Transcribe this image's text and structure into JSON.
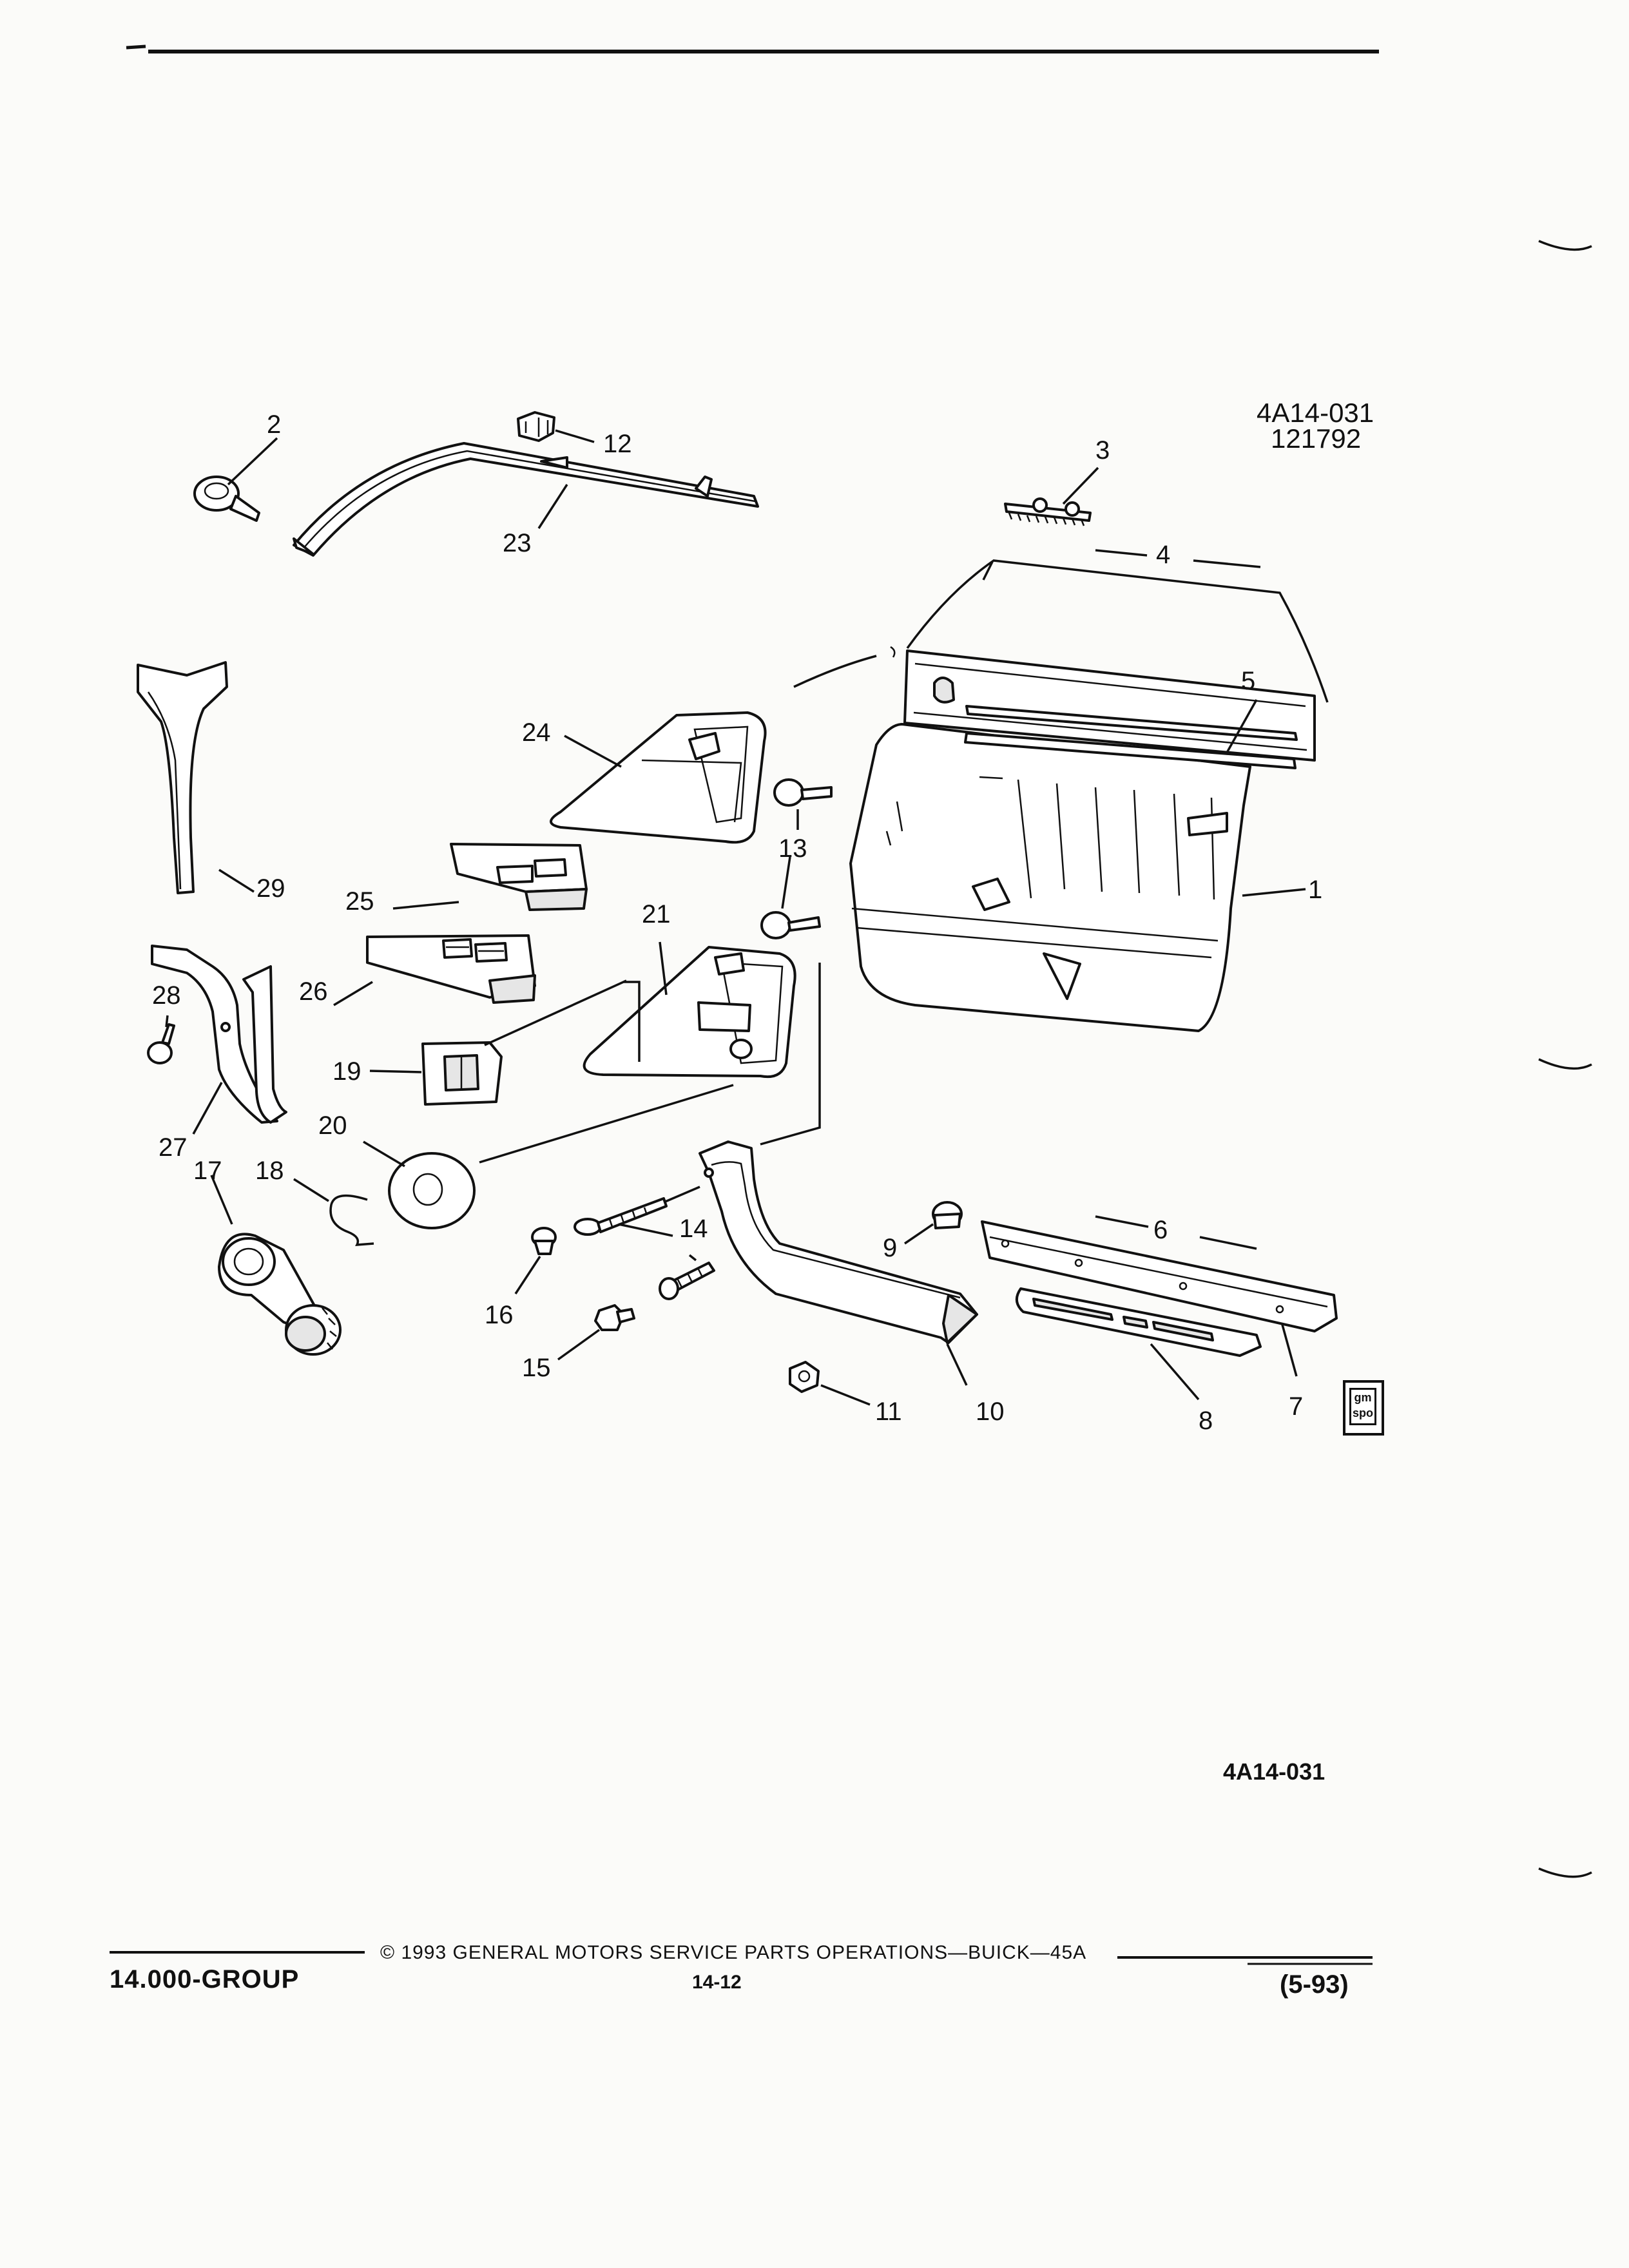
{
  "header": {
    "code": "4A14-031",
    "date_code": "121792"
  },
  "figure_code_bottom": "4A14-031",
  "logo": {
    "icon": "gm-spo-logo-icon",
    "text_line1": "gm",
    "text_line2": "spo"
  },
  "callouts": [
    "1",
    "2",
    "3",
    "4",
    "5",
    "6",
    "7",
    "8",
    "9",
    "10",
    "11",
    "12",
    "13",
    "14",
    "15",
    "16",
    "17",
    "18",
    "19",
    "20",
    "21",
    "23",
    "24",
    "25",
    "26",
    "27",
    "28",
    "29"
  ],
  "footer": {
    "copyright": "© 1993 GENERAL MOTORS SERVICE PARTS OPERATIONS—BUICK—45A",
    "group": "14.000-GROUP",
    "page_number": "14-12",
    "revision": "(5-93)"
  }
}
